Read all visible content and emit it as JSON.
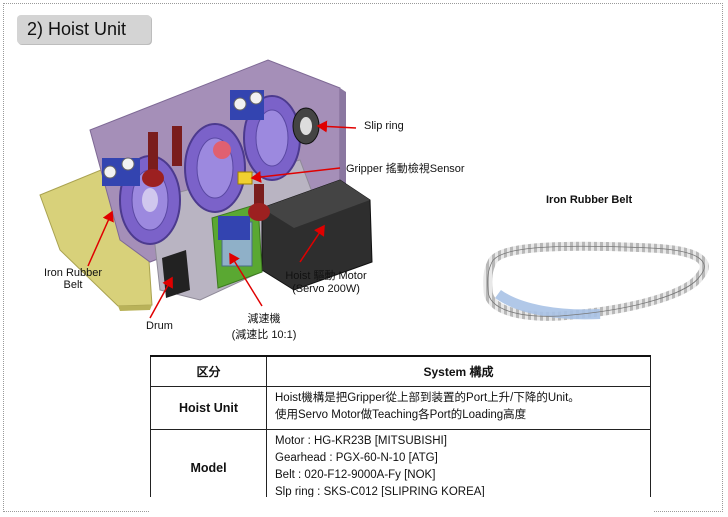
{
  "section_title": "2) Hoist Unit",
  "labels": {
    "slip_ring": "Slip ring",
    "gripper_sensor": "Gripper 搖動檢視Sensor",
    "iron_rubber_belt_1": "Iron Rubber",
    "iron_rubber_belt_2": "Belt",
    "hoist_motor_1": "Hoist 驅動  Motor",
    "hoist_motor_2": "(Servo 200W)",
    "drum": "Drum",
    "reducer_1": "減速機",
    "reducer_2": "(減速比 10:1)"
  },
  "belt_title": "Iron Rubber Belt",
  "table": {
    "headers": [
      "区分",
      "System 構成"
    ],
    "rows": [
      {
        "label": "Hoist Unit",
        "lines": [
          "Hoist機構是把Gripper從上部到装置的Port上升/下降的Unit。",
          "使用Servo Motor做Teaching各Port的Loading高度"
        ]
      },
      {
        "label": "Model",
        "lines": [
          "Motor : HG-KR23B [MITSUBISHI]",
          "Gearhead : PGX-60-N-10 [ATG]",
          "Belt : 020-F12-9000A-Fy [NOK]",
          "Slp ring : SKS-C012 [SLIPRING KOREA]"
        ]
      }
    ]
  },
  "colors": {
    "plate": "#a58fb8",
    "wheel": "#7b62c9",
    "bracket": "#3344b0",
    "base_yellow": "#d8d17a",
    "motor": "#2e2e2e",
    "arrow": "#e00000"
  }
}
